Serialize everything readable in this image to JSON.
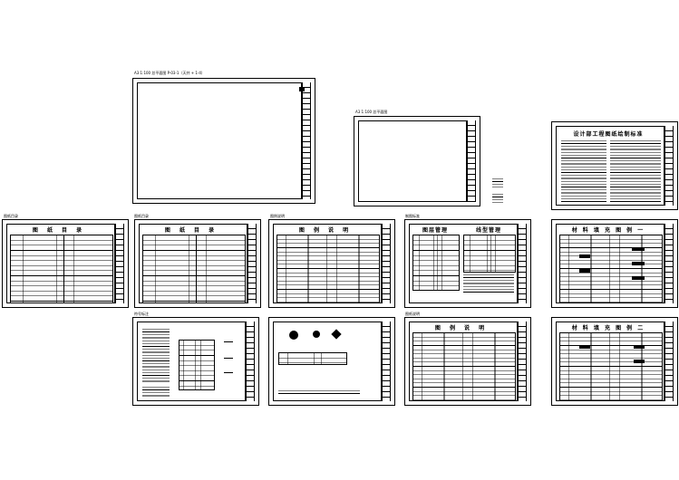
{
  "labels": {
    "plan_large": "A3 1:100 总平面图 P-03-1（天井 + 1-4）",
    "plan_small": "A3 1:100 总平面图",
    "list_label": "图纸目录",
    "list_label2": "图纸目录",
    "legend_label": "图例说明",
    "mgmt_label": "制图标准",
    "row2_label1": "符号标注",
    "row2_label3": "图纸说明"
  },
  "sheets": {
    "catalog1": "图 纸 目 录",
    "catalog2": "图 纸 目 录",
    "legend1": "图 例 说 明",
    "mgmt_a": "图层管理",
    "mgmt_b": "线型管理",
    "material1": "材 料 填 充 图 例 一",
    "material2": "材 料 填 充 图 例 二",
    "legend2": "图 例 说 明",
    "standard": "设计部工程图纸绘制标准"
  },
  "colors": {
    "line": "#000000",
    "paper": "#ffffff"
  }
}
